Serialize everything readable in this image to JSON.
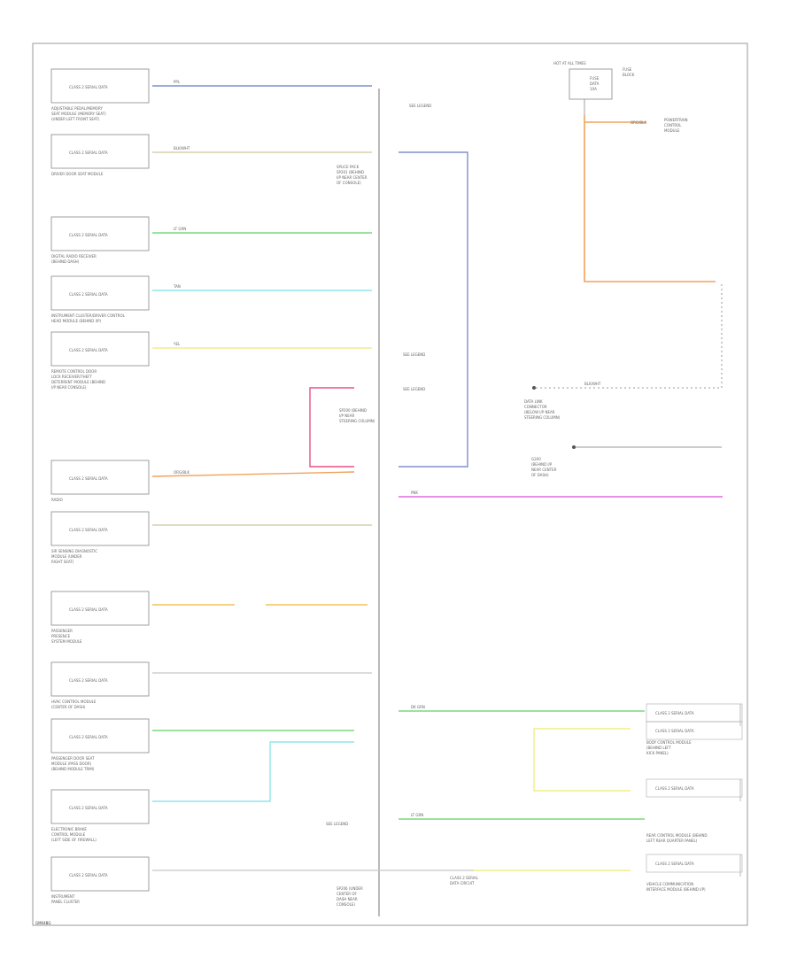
{
  "caption": "GM04BG",
  "wire_colors": {
    "blue": "#7f8fd0",
    "tan": "#d9cfae",
    "green": "#7cd97c",
    "light_blue": "#8fe6ea",
    "yellow": "#f1ee8a",
    "pink": "#e8508a",
    "orange": "#f2a25c",
    "purple": "#e06ae0",
    "gray": "#c8c8c8"
  },
  "left_modules": [
    {
      "id": "m1",
      "box_text": "CLASS 2 SERIAL DATA",
      "desc": [
        "ADJUSTABLE PEDAL/MEMORY",
        "SEAT MODULE (MEMORY SEAT)",
        "(UNDER LEFT FRONT SEAT)"
      ]
    },
    {
      "id": "m2",
      "box_text": "CLASS 2 SERIAL DATA",
      "desc": [
        "DRIVER DOOR SEAT MODULE"
      ]
    },
    {
      "id": "m3",
      "box_text": "CLASS 2 SERIAL DATA",
      "desc": [
        "DIGITAL RADIO RECEIVER",
        "(BEHIND DASH)"
      ]
    },
    {
      "id": "m4",
      "box_text": "CLASS 2 SERIAL DATA",
      "desc": [
        "INSTRUMENT CLUSTER/DRIVER CONTROL",
        "HEAD MODULE (BEHIND I/P)"
      ]
    },
    {
      "id": "m5",
      "box_text": "CLASS 2 SERIAL DATA",
      "desc": [
        "REMOTE CONTROL DOOR",
        "LOCK RECEIVER/THEFT",
        "DETERRENT MODULE (BEHIND",
        "I/P NEAR CONSOLE)"
      ]
    },
    {
      "id": "m6",
      "box_text": "CLASS 2 SERIAL DATA",
      "desc": [
        "RADIO"
      ]
    },
    {
      "id": "m7",
      "box_text": "CLASS 2 SERIAL DATA",
      "desc": [
        "SIR SENSING DIAGNOSTIC",
        "MODULE (UNDER",
        "RIGHT SEAT)"
      ]
    },
    {
      "id": "m8",
      "box_text": "CLASS 2 SERIAL DATA",
      "desc": [
        "PASSENGER",
        "PRESENCE",
        "SYSTEM MODULE"
      ]
    },
    {
      "id": "m9",
      "box_text": "CLASS 2 SERIAL DATA",
      "desc": [
        "HVAC CONTROL MODULE",
        "(CENTER OF DASH)"
      ]
    },
    {
      "id": "m10",
      "box_text": "CLASS 2 SERIAL DATA",
      "desc": [
        "PASSENGER DOOR SEAT",
        "MODULE (PASS DOOR)",
        "(BEHIND MODULE TRIM)"
      ]
    },
    {
      "id": "m11",
      "box_text": "CLASS 2 SERIAL DATA",
      "desc": [
        "ELECTRONIC BRAKE",
        "CONTROL MODULE",
        "(LEFT SIDE OF FIREWALL)"
      ]
    },
    {
      "id": "m12",
      "box_text": "CLASS 2 SERIAL DATA",
      "desc": [
        "INSTRUMENT",
        "PANEL CLUSTER"
      ]
    }
  ],
  "right_modules": [
    {
      "id": "r1",
      "box_text": "CLASS 2 SERIAL DATA",
      "desc": []
    },
    {
      "id": "r2",
      "box_text": "CLASS 2 SERIAL DATA",
      "desc": [
        "BODY CONTROL MODULE",
        "(BEHIND LEFT",
        "KICK PANEL)"
      ]
    },
    {
      "id": "r3",
      "box_text": "CLASS 2 SERIAL DATA",
      "desc": [
        "REAR CONTROL MODULE (BEHIND",
        "LEFT REAR QUARTER PANEL)"
      ]
    },
    {
      "id": "r4",
      "box_text": "CLASS 2 SERIAL DATA",
      "desc": [
        "VEHICLE COMMUNICATION",
        "INTERFACE MODULE (BEHIND I/P)"
      ]
    }
  ],
  "splice_packs": [
    {
      "id": "sp1",
      "label": [
        "SPLICE PACK",
        "SP201 (BEHIND",
        "I/P NEAR CENTER",
        "OF CONSOLE)"
      ]
    },
    {
      "id": "sp2",
      "label": [
        "SP200 (BEHIND",
        "I/P NEAR",
        "STEERING COLUMN)"
      ]
    },
    {
      "id": "sp3",
      "label": [
        "SP206 (UNDER",
        "CENTER OF",
        "DASH NEAR",
        "CONSOLE)"
      ]
    }
  ],
  "right_labels": {
    "dlc": [
      "DATA LINK",
      "CONNECTOR",
      "(BELOW I/P NEAR",
      "STEERING COLUMN)"
    ],
    "pcm_note": [
      "POWERTRAIN",
      "CONTROL",
      "MODULE"
    ],
    "ground_note": [
      "G200",
      "(BEHIND I/P",
      "NEAR CENTER",
      "OF DASH)"
    ],
    "hot_at_all_times": "HOT AT ALL TIMES",
    "fuse_note": [
      "FUSE",
      "BLOCK"
    ],
    "fuse_labels": [
      "FUSE",
      "DATA",
      "10A"
    ]
  },
  "wire_labels": [
    "BLK/WHT",
    "ORG/BLK",
    "TAN",
    "PPL",
    "LT GRN",
    "PNK",
    "DK GRN",
    "YEL"
  ],
  "connector_note": "SEE LEGEND",
  "bottom_note": [
    "CLASS 2 SERIAL",
    "DATA CIRCUIT"
  ]
}
